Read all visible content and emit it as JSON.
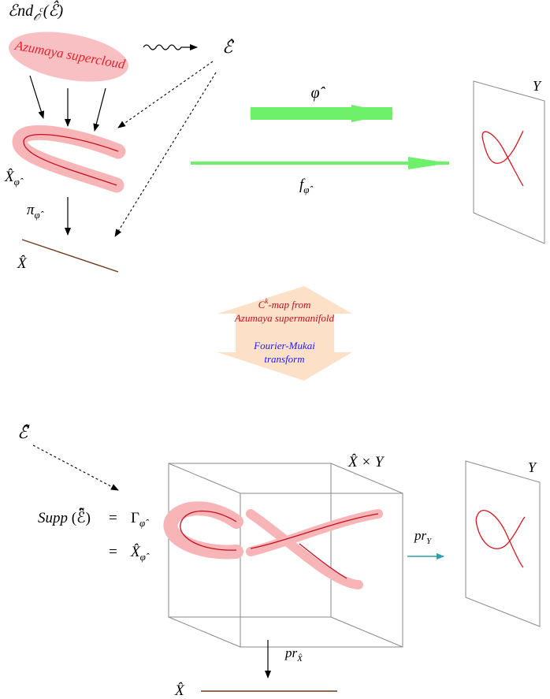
{
  "labels": {
    "end_sheaf_main": "ℰnd",
    "end_sheaf_sub": "𝒪̂",
    "end_sheaf_sup": "c",
    "end_sheaf_arg": "(ℰ̂)",
    "cloud": "Azumaya supercloud",
    "sheaf_e": "ℰ̂",
    "phi": "φ̂",
    "f_main": "f",
    "f_sub": "φ̂",
    "x_phi_main": "X̂",
    "x_phi_sub": "φ̂",
    "pi_main": "π",
    "pi_sub": "φ̂",
    "x_hat": "X̂",
    "y_top": "Y",
    "y_bottom": "Y",
    "sheaf_ee": "ℰ̂̃",
    "supp_word": "Supp",
    "supp_arg": "(ℰ̂̃)",
    "eq1": "=",
    "gamma_main": "Γ",
    "gamma_sub": "φ̂",
    "eq2": "=",
    "x_phi2_main": "X̂",
    "x_phi2_sub": "φ̂",
    "product": "X̂ × Y",
    "pr_y_main": "pr",
    "pr_y_sub": "Y",
    "pr_x_main": "pr",
    "pr_x_sub": "X̂",
    "x_hat_bottom": "X̂"
  },
  "double_arrow": {
    "line1": "C",
    "line1_sup": "k",
    "line1_rest": "-map from",
    "line2": "Azumaya supermanifold",
    "line3": "Fourier-Mukai",
    "line4": "transform"
  },
  "colors": {
    "green": "#6ef06a",
    "pink": "#f7b5b8",
    "red": "#d9161e",
    "brown": "#6b3a1c",
    "teal": "#2aa0a8",
    "peach": "#fde0c8"
  }
}
